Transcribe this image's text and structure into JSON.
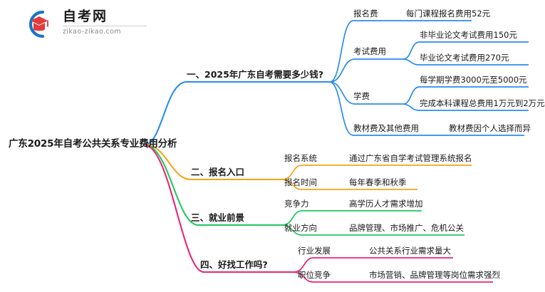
{
  "logo": {
    "cn_text": "自考网",
    "en_text": "zikao-zikao.com",
    "mark_blue": "#1a73c8",
    "mark_red": "#e03a3a"
  },
  "mindmap": {
    "root": {
      "label": "广东2025年自考公共关系专业费用分析"
    },
    "colors": {
      "blue": "#2b8cf0",
      "orange": "#f0a71c",
      "green": "#21c95f",
      "pink": "#ec2477"
    },
    "branches": [
      {
        "label": "一、2025年广东自考需要多少钱?",
        "color": "#2b8cf0",
        "children": [
          {
            "label": "报名费",
            "details": [
              "每门课程报名费用52元"
            ]
          },
          {
            "label": "考试费用",
            "details": [
              "非毕业论文考试费用150元",
              "毕业论文考试费用270元"
            ]
          },
          {
            "label": "学费",
            "details": [
              "每学期学费3000元至5000元",
              "完成本科课程总费用1万元到2万元"
            ]
          },
          {
            "label": "教材费及其他费用",
            "details": [
              "教材费因个人选择而异"
            ]
          }
        ]
      },
      {
        "label": "二、报名入口",
        "color": "#f0a71c",
        "children": [
          {
            "label": "报名系统",
            "details": [
              "通过广东省自学考试管理系统报名"
            ]
          },
          {
            "label": "报名时间",
            "details": [
              "每年春季和秋季"
            ]
          }
        ]
      },
      {
        "label": "三、就业前景",
        "color": "#21c95f",
        "children": [
          {
            "label": "竞争力",
            "details": [
              "高学历人才需求增加"
            ]
          },
          {
            "label": "就业方向",
            "details": [
              "品牌管理、市场推广、危机公关"
            ]
          }
        ]
      },
      {
        "label": "四、好找工作吗?",
        "color": "#ec2477",
        "children": [
          {
            "label": "行业发展",
            "details": [
              "公共关系行业需求量大"
            ]
          },
          {
            "label": "职位竞争",
            "details": [
              "市场营销、品牌管理等岗位需求强烈"
            ]
          }
        ]
      }
    ]
  }
}
